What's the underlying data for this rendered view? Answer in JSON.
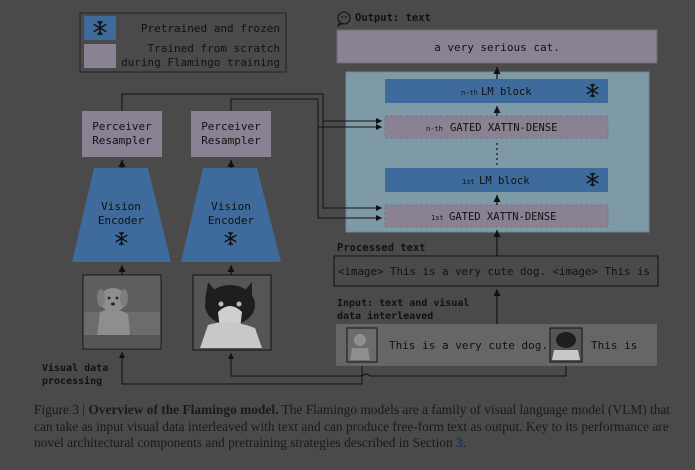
{
  "legend": {
    "frozen": "Pretrained and frozen",
    "trained_1": "Trained from scratch",
    "trained_2": "during Flamingo training"
  },
  "output": {
    "label": "Output: text",
    "text": "a very serious cat."
  },
  "lm_blocks": {
    "nth_lm_prefix": "n-th",
    "nth_lm": "LM block",
    "nth_gated_prefix": "n-th",
    "nth_gated": "GATED XATTN-DENSE",
    "first_lm_prefix": "1st",
    "first_lm": "LM block",
    "first_gated_prefix": "1st",
    "first_gated": "GATED XATTN-DENSE"
  },
  "perceiver": {
    "line1": "Perceiver",
    "line2": "Resampler"
  },
  "encoder": {
    "line1": "Vision",
    "line2": "Encoder"
  },
  "processed": {
    "label": "Processed text",
    "text": "<image> This is a very cute dog. <image> This is"
  },
  "input": {
    "label_1": "Input: text and visual",
    "label_2": "data interleaved",
    "text_dog": "This is a very cute dog.",
    "text_cat": "This is"
  },
  "visual_label": {
    "line1": "Visual data",
    "line2": "processing"
  },
  "caption": {
    "prefix": "Figure 3 | ",
    "bold": "Overview of the Flamingo model.",
    "body": " The Flamingo models are a family of visual language model (VLM) that can take as input visual data interleaved with text and can produce free-form text as output. Key to its performance are novel architectural components and pretraining strategies described in Section ",
    "ref": "3",
    "end": "."
  },
  "colors": {
    "background": "#4a4a4a",
    "frozen_blue": "#3f6a9c",
    "trained_pink": "#8a8292",
    "lm_region": "#7e9aa6"
  },
  "icons": [
    "snowflake-icon",
    "chat-icon",
    "dog-photo",
    "cat-photo"
  ]
}
